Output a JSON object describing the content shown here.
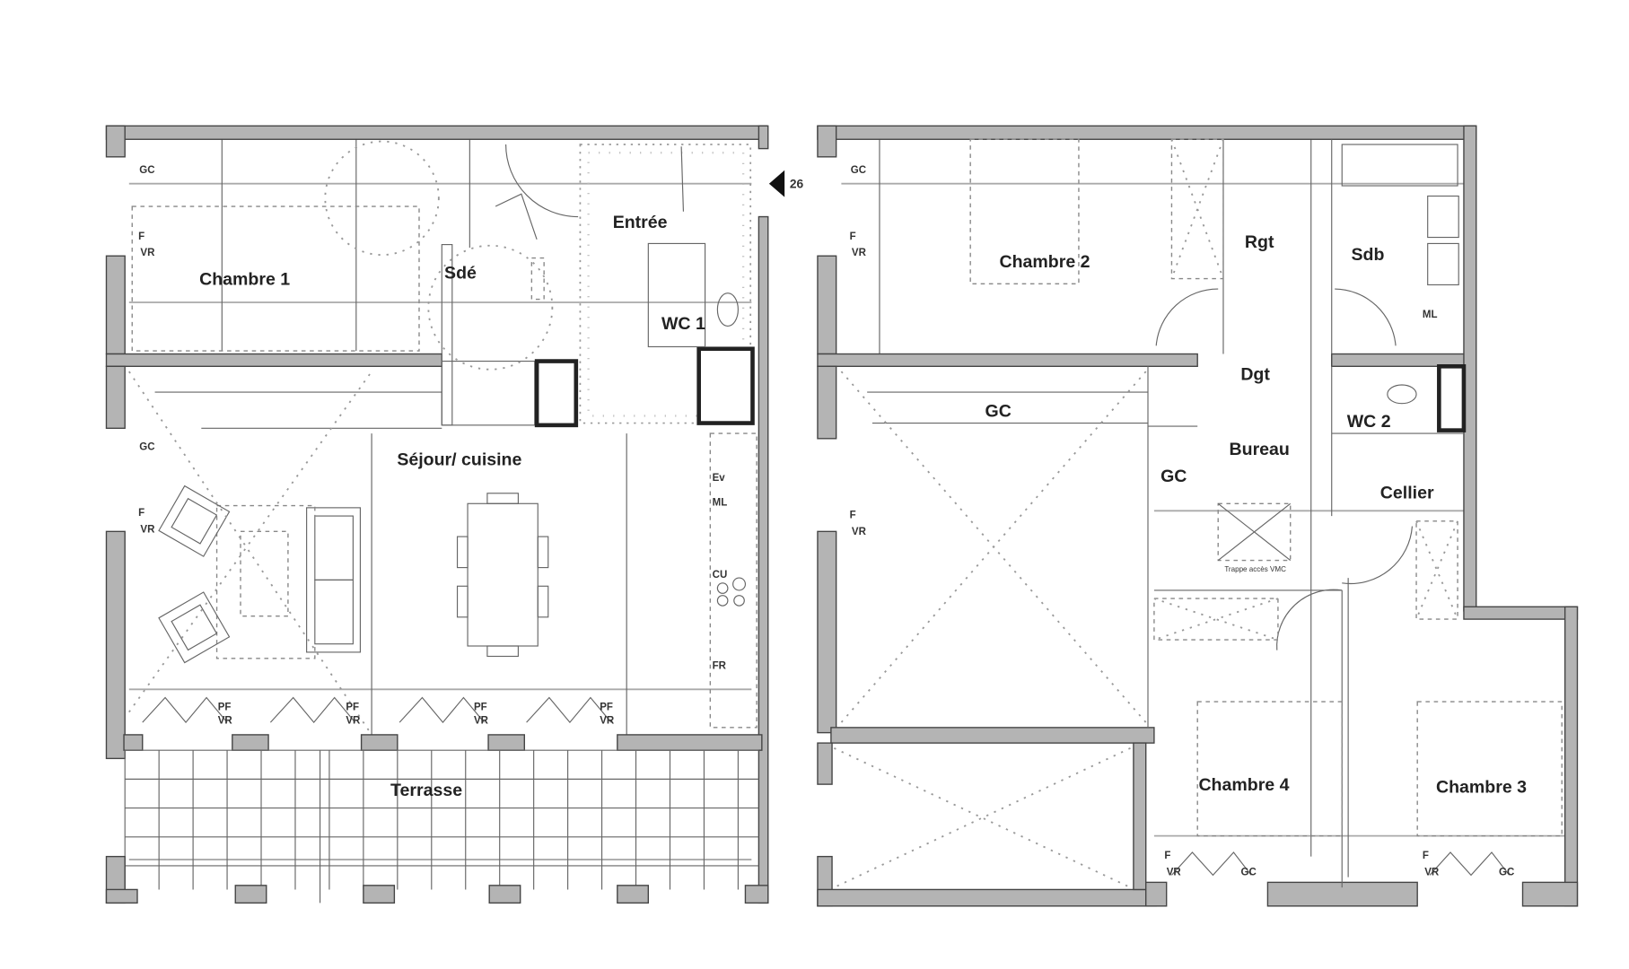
{
  "level_marker": {
    "label": "26",
    "icon": "triangle-left-icon"
  },
  "ground_floor": {
    "rooms": [
      "Chambre 1",
      "Sdé",
      "Entrée",
      "WC 1",
      "Séjour/ cuisine",
      "Terrasse"
    ],
    "window_labels": {
      "gc": "GC",
      "f": "F",
      "vr": "VR",
      "pf": "PF"
    },
    "kitchen_labels": [
      "Ev",
      "ML",
      "CU",
      "FR"
    ]
  },
  "upper_floor": {
    "rooms": [
      "Chambre 2",
      "Rgt",
      "Sdb",
      "Dgt",
      "WC 2",
      "Bureau",
      "GC",
      "GC",
      "Cellier",
      "Chambre 4",
      "Chambre 3"
    ],
    "vmc_label": "Trappe accès VMC",
    "sdb_label": "ML",
    "window_labels": {
      "gc": "GC",
      "f": "F",
      "vr": "VR"
    }
  },
  "colors": {
    "wall": "#b4b4b4",
    "line": "#444444"
  }
}
